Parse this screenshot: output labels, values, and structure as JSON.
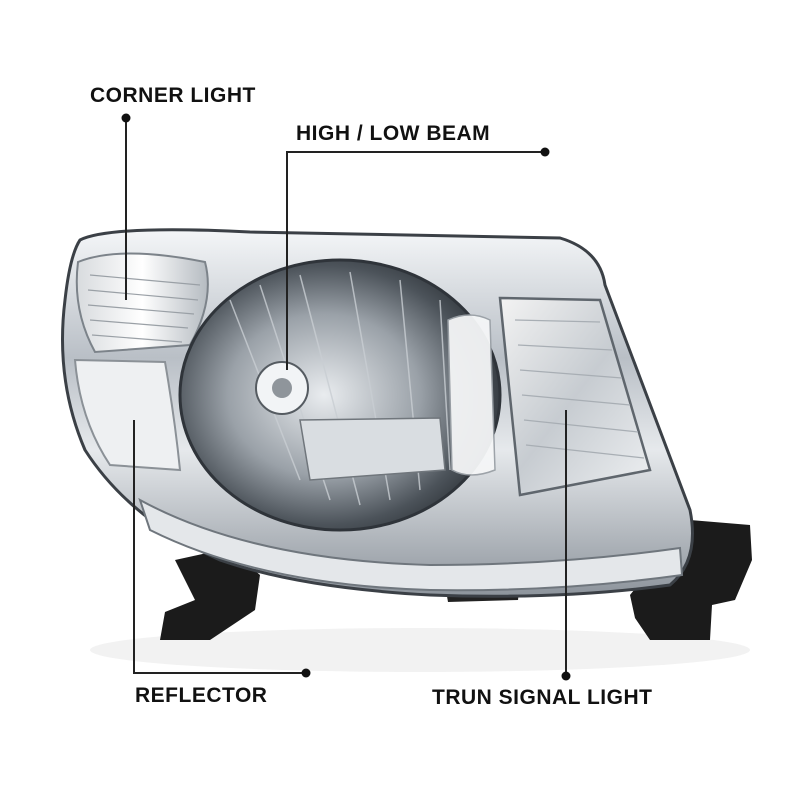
{
  "callouts": {
    "corner_light": "CORNER LIGHT",
    "high_low_beam": "HIGH / LOW BEAM",
    "reflector": "REFLECTOR",
    "turn_signal_light": "TRUN SIGNAL LIGHT"
  },
  "colors": {
    "background": "#ffffff",
    "label_text": "#111111",
    "leader_line": "#222222",
    "housing_chrome": "#cfd3d8",
    "bracket": "#1b1b1b"
  }
}
